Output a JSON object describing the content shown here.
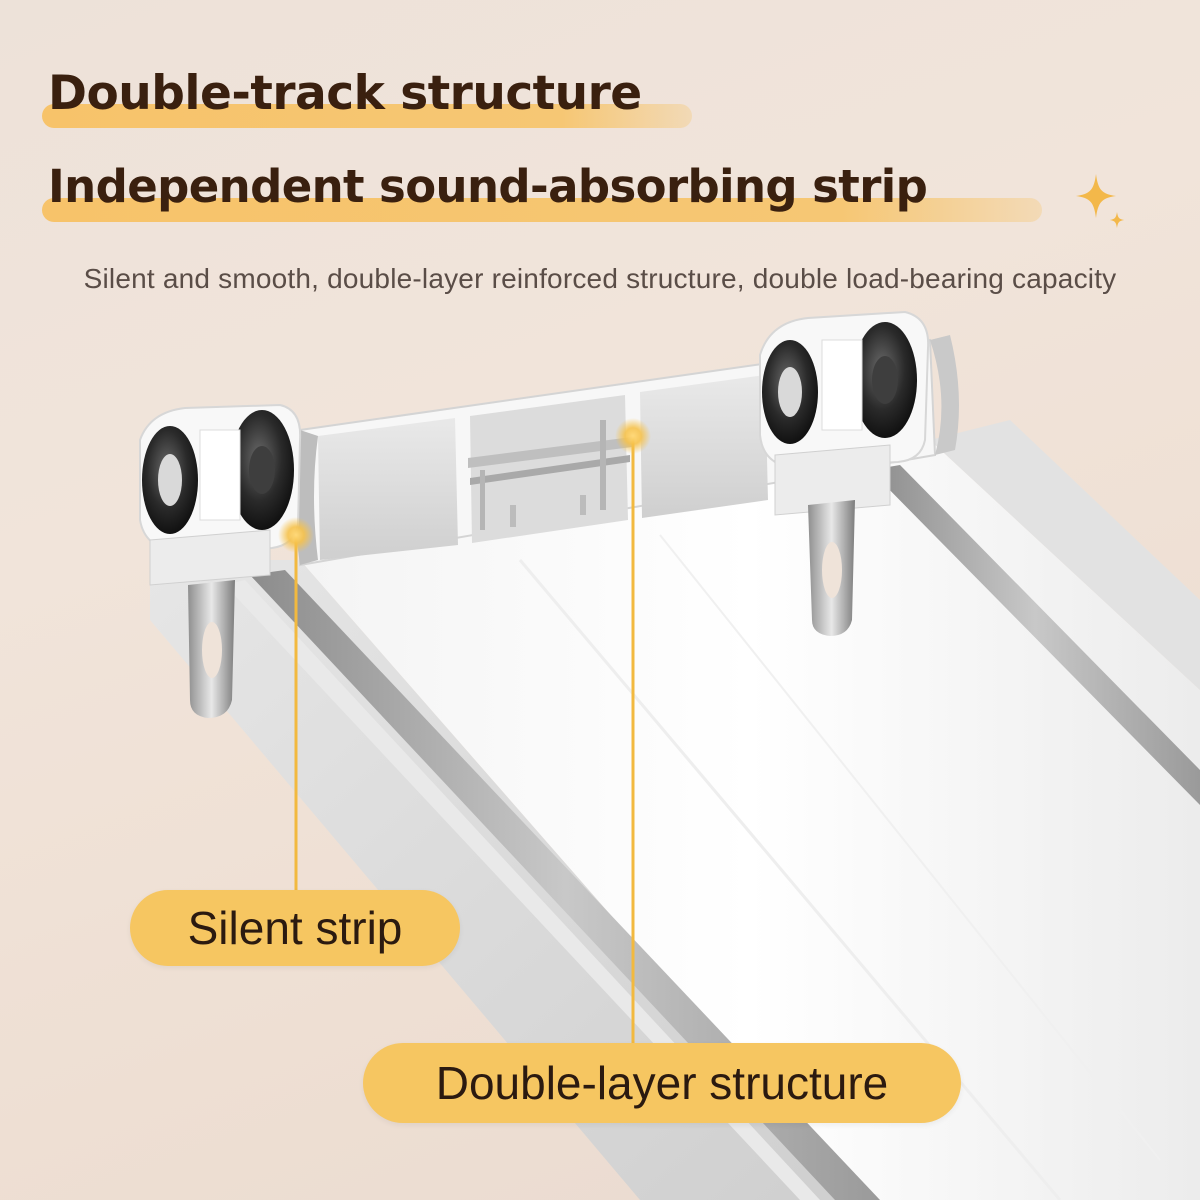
{
  "headline": {
    "line1": "Double-track structure",
    "line2": "Independent sound-absorbing strip"
  },
  "subtitle": "Silent and smooth, double-layer reinforced structure, double load-bearing capacity",
  "callouts": {
    "silent_strip": "Silent strip",
    "double_layer": "Double-layer structure"
  },
  "icons": {
    "sparkle": "sparkle-icon",
    "pointer_dot": "glow-dot-icon"
  },
  "colors": {
    "accent": "#f6c661",
    "headline_text": "#3a200f",
    "subtitle_text": "#5a4d47",
    "background": "#efe3d9"
  }
}
